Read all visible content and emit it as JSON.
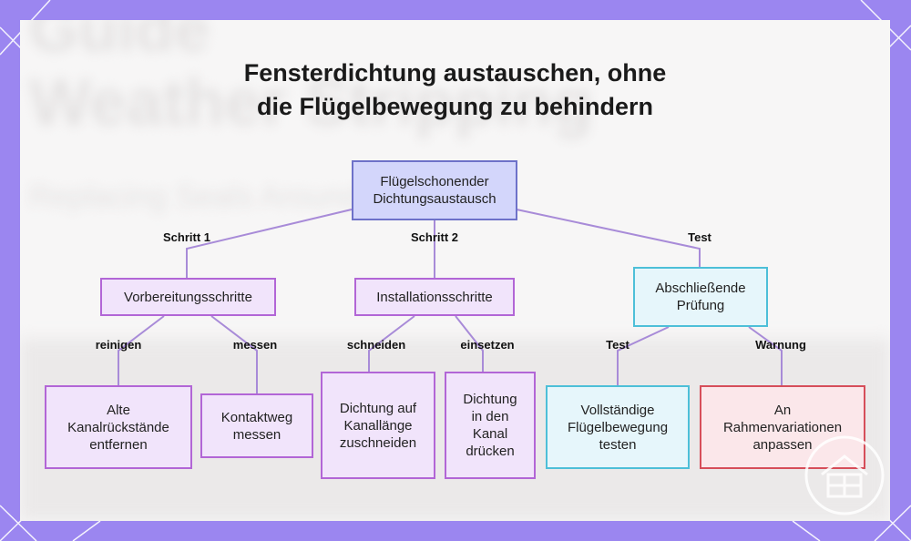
{
  "title": {
    "line1": "Fensterdichtung austauschen, ohne",
    "line2": "die Flügelbewegung zu behindern"
  },
  "background_text": [
    "Guide",
    "Weather Stripping",
    "Replacing Seals Around Frames"
  ],
  "nodes": {
    "root": "Flügelschonender Dichtungsaustausch",
    "prep": "Vorbereitungsschritte",
    "install": "Installationsschritte",
    "check": "Abschließende Prüfung",
    "clean": "Alte Kanalrückstände entfernen",
    "measure": "Kontaktweg messen",
    "cut": "Dichtung auf Kanallänge zuschneiden",
    "press": "Dichtung in den Kanal drücken",
    "test": "Vollständige Flügelbewegung testen",
    "adjust": "An Rahmenvariationen anpassen"
  },
  "edges": {
    "step1": "Schritt 1",
    "step2": "Schritt 2",
    "test": "Test",
    "clean": "reinigen",
    "measure": "messen",
    "cut": "schneiden",
    "insert": "einsetzen",
    "test2": "Test",
    "warning": "Warnung"
  },
  "colors": {
    "background": "#9b86f0",
    "panel": "#f7f6f6",
    "purple_fill": "#f1e4fb",
    "purple_border": "#b266d6",
    "root_fill": "#d3d6fb",
    "root_border": "#6e72c9",
    "cyan_fill": "#e6f6fb",
    "cyan_border": "#4dbfd8",
    "red_fill": "#fbe7ea",
    "red_border": "#d64e5a",
    "edge": "#a88bd8"
  },
  "icons": [
    "house-logo-icon"
  ]
}
